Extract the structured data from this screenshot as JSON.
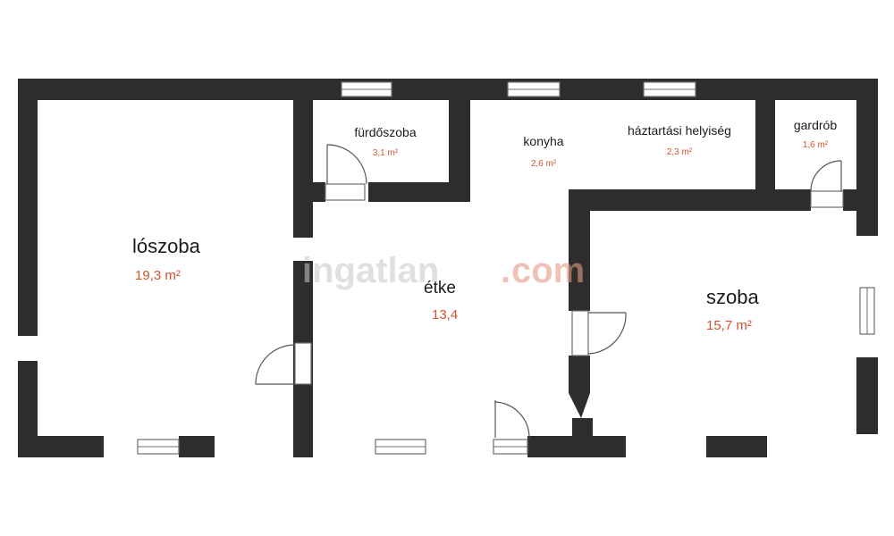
{
  "rooms": {
    "living": {
      "name": "lószoba",
      "area": "19,3 m²"
    },
    "bathroom": {
      "name": "fürdőszoba",
      "area": "3,1 m²"
    },
    "kitchen": {
      "name": "konyha",
      "area": "2,6 m²"
    },
    "utility": {
      "name": "háztartási helyiség",
      "area": "2,3 m²"
    },
    "wardrobe": {
      "name": "gardrób",
      "area": "1,6 m²"
    },
    "dining": {
      "name": "étke",
      "area": "13,4"
    },
    "bedroom": {
      "name": "szoba",
      "area": "15,7 m²"
    }
  },
  "watermark": {
    "main": "ingatlan",
    "dot": ".",
    "tail": "com"
  },
  "colors": {
    "wall": "#2d2d2d",
    "area_text": "#d4532f",
    "name_text": "#1a1a1a"
  }
}
